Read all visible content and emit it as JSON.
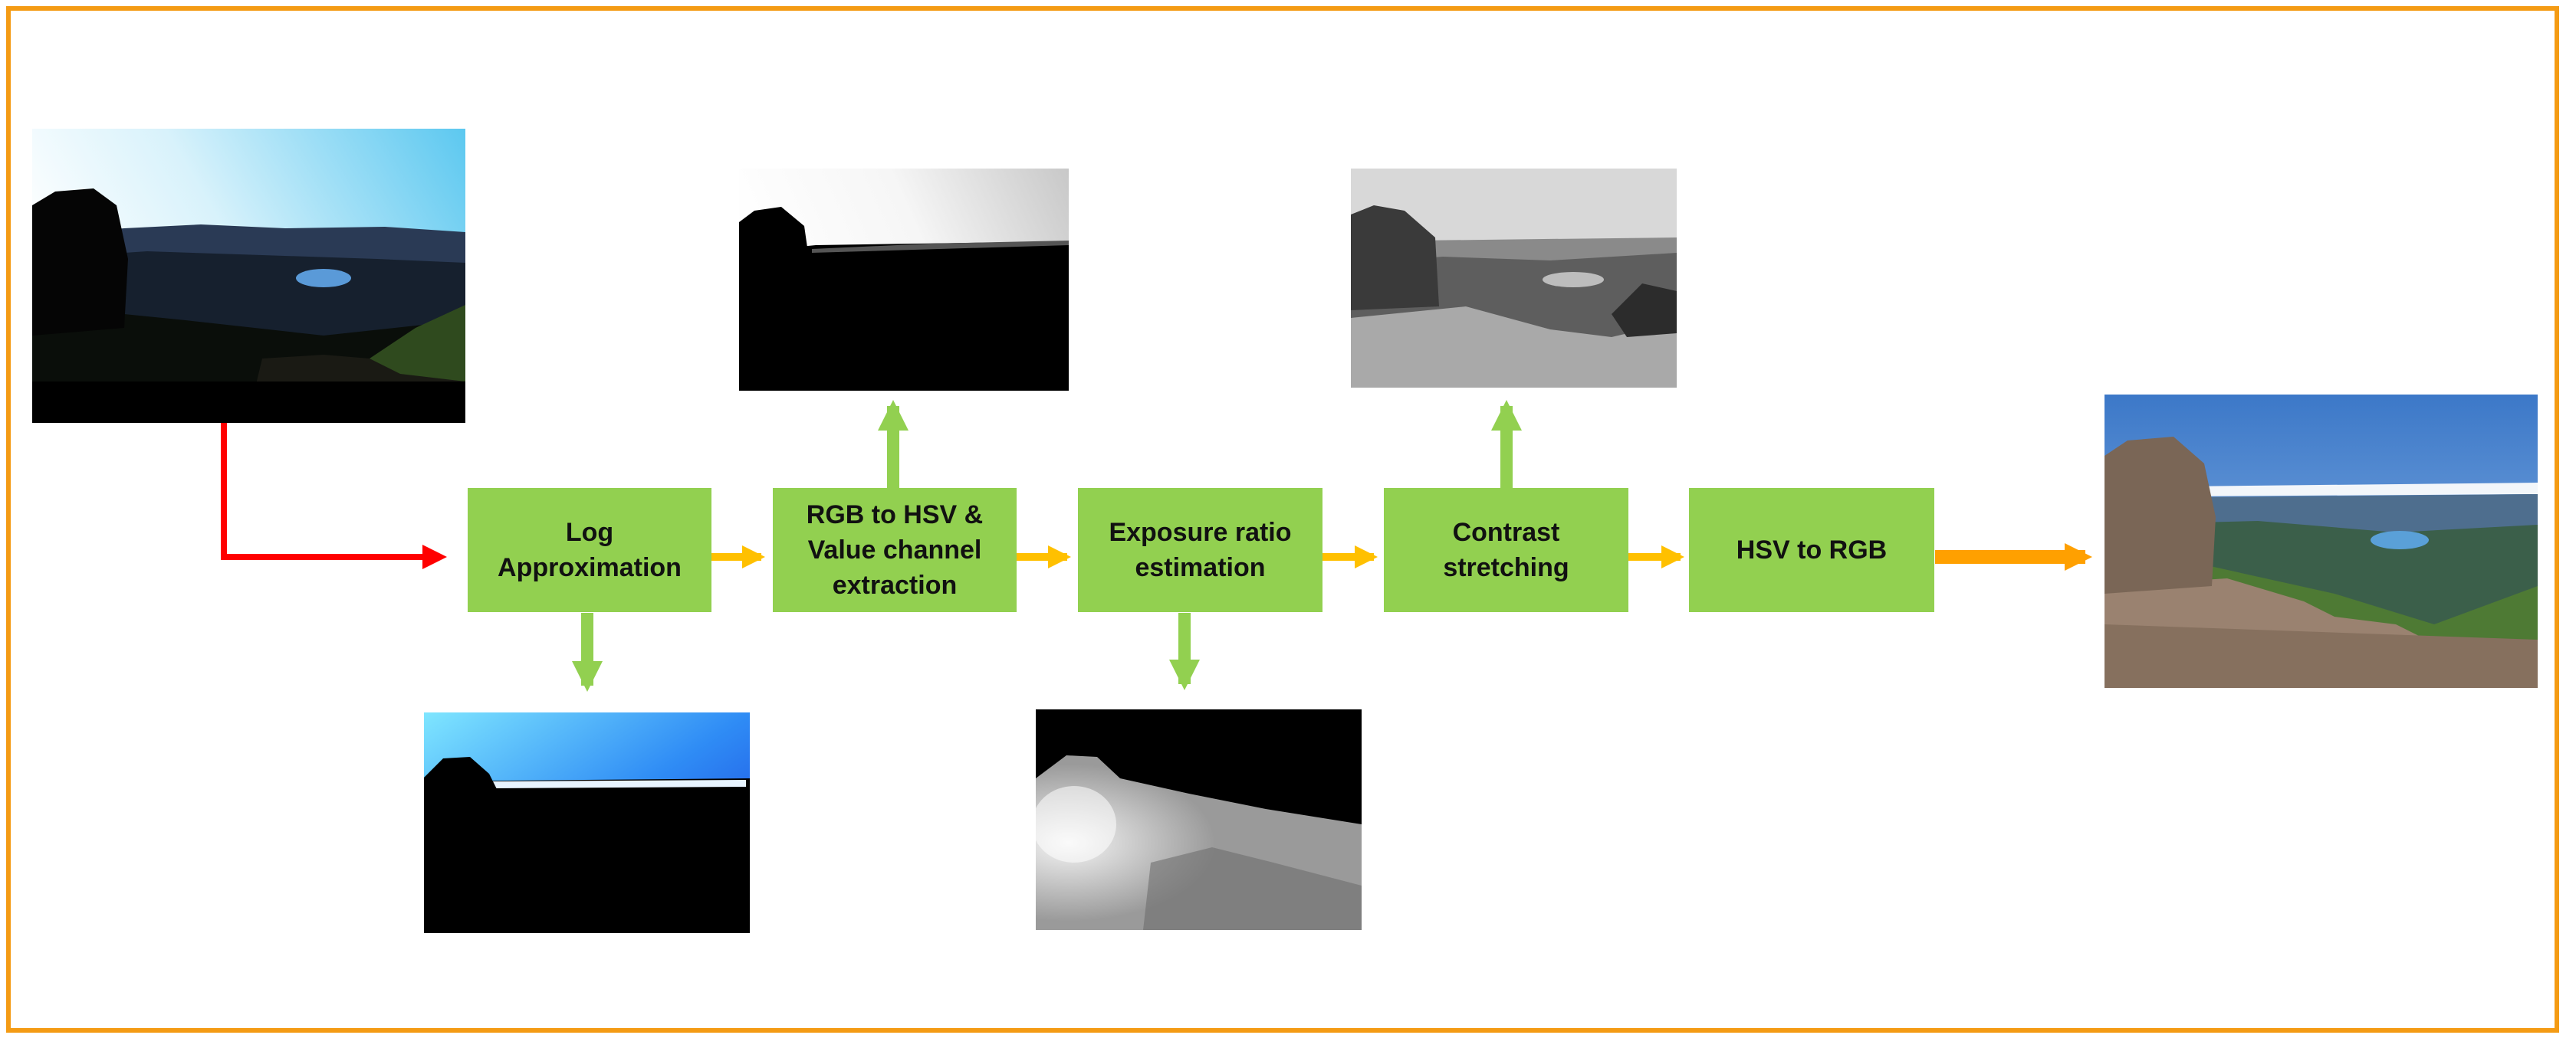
{
  "diagram": {
    "colors": {
      "frame": "#F49B14",
      "node_fill": "#92D050",
      "arrow_input": "#FF0000",
      "arrow_flow": "#FFC000",
      "arrow_output": "#FFA000",
      "arrow_branch": "#92D050"
    },
    "nodes": [
      {
        "id": "log",
        "label": "Log\nApproximation"
      },
      {
        "id": "rgb2hsv",
        "label": "RGB to HSV &\nValue channel\nextraction"
      },
      {
        "id": "exposure",
        "label": "Exposure ratio\nestimation"
      },
      {
        "id": "contrast",
        "label": "Contrast\nstretching"
      },
      {
        "id": "hsv2rgb",
        "label": "HSV to RGB"
      }
    ],
    "images": [
      {
        "id": "input",
        "content": "dark low-light landscape photo"
      },
      {
        "id": "log_output",
        "content": "blue sky over black landscape"
      },
      {
        "id": "value_channel",
        "content": "grayscale value channel"
      },
      {
        "id": "exposure_map",
        "content": "gray exposure map"
      },
      {
        "id": "stretched",
        "content": "contrast stretched grayscale landscape"
      },
      {
        "id": "output",
        "content": "enhanced color landscape photo"
      }
    ]
  }
}
